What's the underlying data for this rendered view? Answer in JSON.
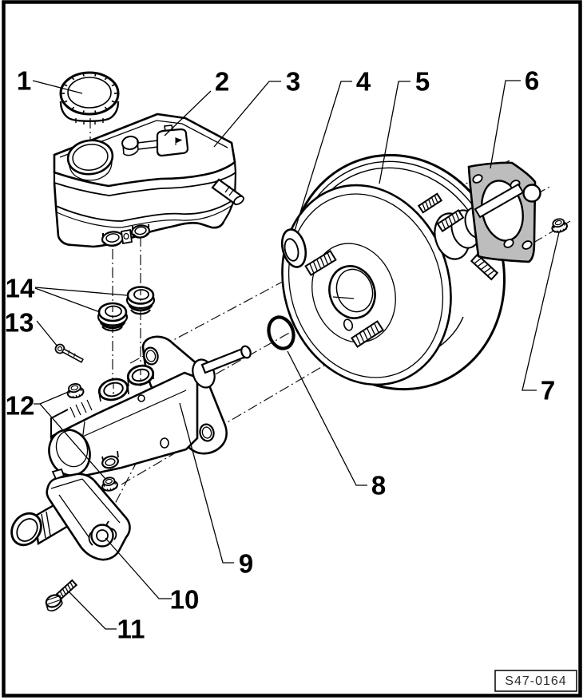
{
  "figure": {
    "code": "S47-0164"
  },
  "callouts": {
    "c1": "1",
    "c2": "2",
    "c3": "3",
    "c4": "4",
    "c5": "5",
    "c6": "6",
    "c7": "7",
    "c8": "8",
    "c9": "9",
    "c10": "10",
    "c11": "11",
    "c12": "12",
    "c13": "13",
    "c14": "14"
  },
  "colors": {
    "line": "#000000",
    "background": "#ffffff",
    "gasket_fill": "#bdbdbd"
  }
}
